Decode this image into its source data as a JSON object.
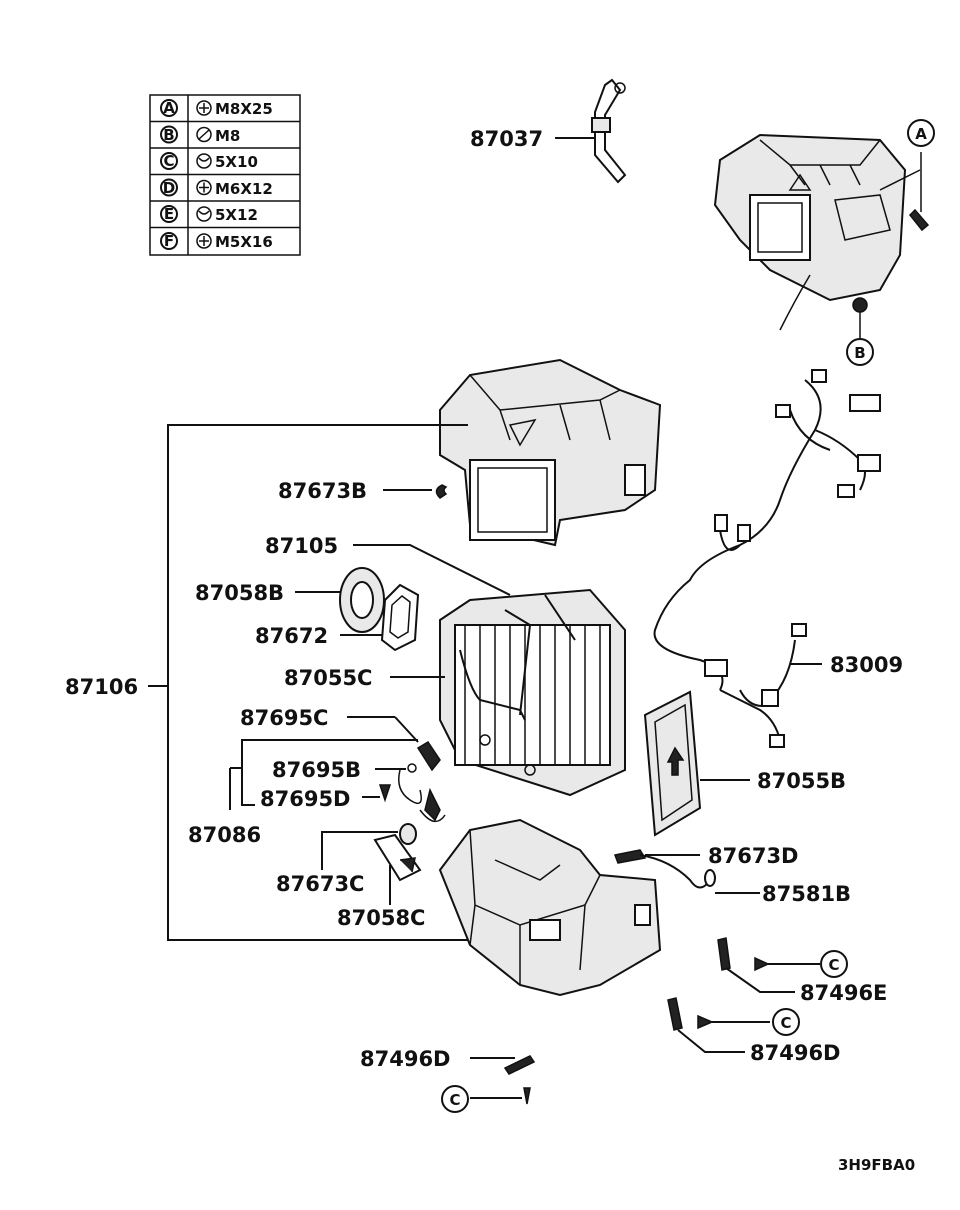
{
  "fastener_table": [
    {
      "key": "A",
      "spec": "M8X25"
    },
    {
      "key": "B",
      "spec": "M8"
    },
    {
      "key": "C",
      "spec": "5X10"
    },
    {
      "key": "D",
      "spec": "M6X12"
    },
    {
      "key": "E",
      "spec": "5X12"
    },
    {
      "key": "F",
      "spec": "M5X16"
    }
  ],
  "part_labels": {
    "p87037": "87037",
    "p87673B": "87673B",
    "p87105": "87105",
    "p87058B": "87058B",
    "p87672": "87672",
    "p87106": "87106",
    "p87055C": "87055C",
    "p87695C": "87695C",
    "p87695B": "87695B",
    "p87695D": "87695D",
    "p87086": "87086",
    "p87673C": "87673C",
    "p87058C": "87058C",
    "p83009": "83009",
    "p87055B": "87055B",
    "p87673D": "87673D",
    "p87581B": "87581B",
    "p87496E": "87496E",
    "p87496D_right": "87496D",
    "p87496D_left": "87496D"
  },
  "callouts": {
    "a": "A",
    "b": "B",
    "c1": "C",
    "c2": "C",
    "c3": "C"
  },
  "figure_code": "3H9FBA0"
}
